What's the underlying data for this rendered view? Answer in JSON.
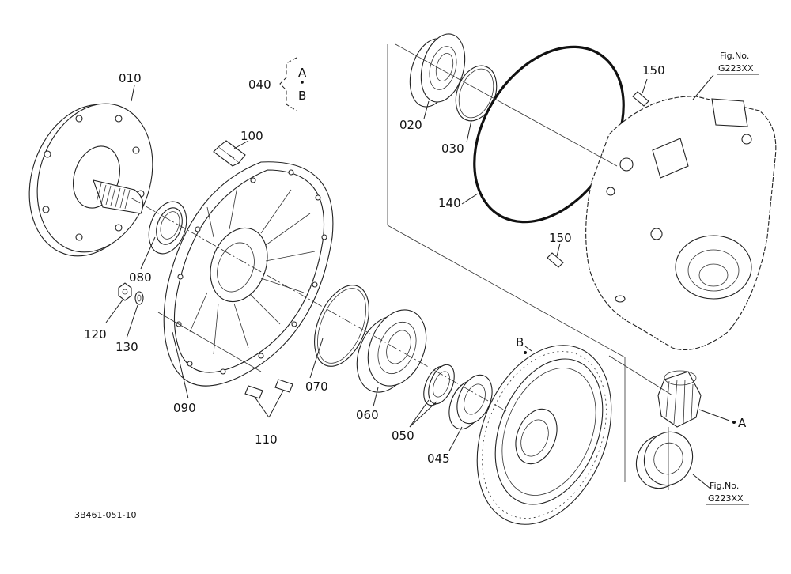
{
  "labels": {
    "p010": "010",
    "p020": "020",
    "p030": "030",
    "p040": "040",
    "p045": "045",
    "p050": "050",
    "p060": "060",
    "p070": "070",
    "p080": "080",
    "p090": "090",
    "p100": "100",
    "p110": "110",
    "p120": "120",
    "p130": "130",
    "p140": "140",
    "p150a": "150",
    "p150b": "150",
    "optA": "A",
    "optB": "B",
    "refA": "A",
    "refB": "B"
  },
  "figrefs": {
    "top": {
      "line1": "Fig.No.",
      "line2": "G223XX"
    },
    "bottom": {
      "line1": "Fig.No.",
      "line2": "G223XX"
    }
  },
  "drawing_number": "3B461-051-10"
}
